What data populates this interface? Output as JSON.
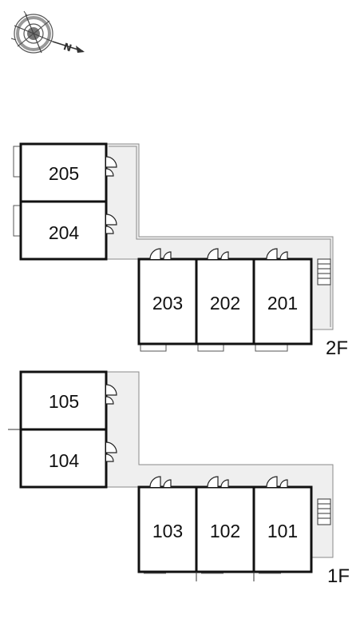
{
  "compass": {
    "icon": "north-arrow-compass-icon",
    "letter": "N"
  },
  "floors": [
    {
      "id": "2f",
      "label": "2F",
      "upper_rooms": [
        {
          "number": "205"
        },
        {
          "number": "204"
        }
      ],
      "lower_rooms": [
        {
          "number": "203"
        },
        {
          "number": "202"
        },
        {
          "number": "201"
        }
      ]
    },
    {
      "id": "1f",
      "label": "1F",
      "upper_rooms": [
        {
          "number": "105"
        },
        {
          "number": "104"
        }
      ],
      "lower_rooms": [
        {
          "number": "103"
        },
        {
          "number": "102"
        },
        {
          "number": "101"
        }
      ]
    }
  ],
  "colors": {
    "corridor": "#efefef",
    "wall": "#111111",
    "outline": "#888888"
  }
}
